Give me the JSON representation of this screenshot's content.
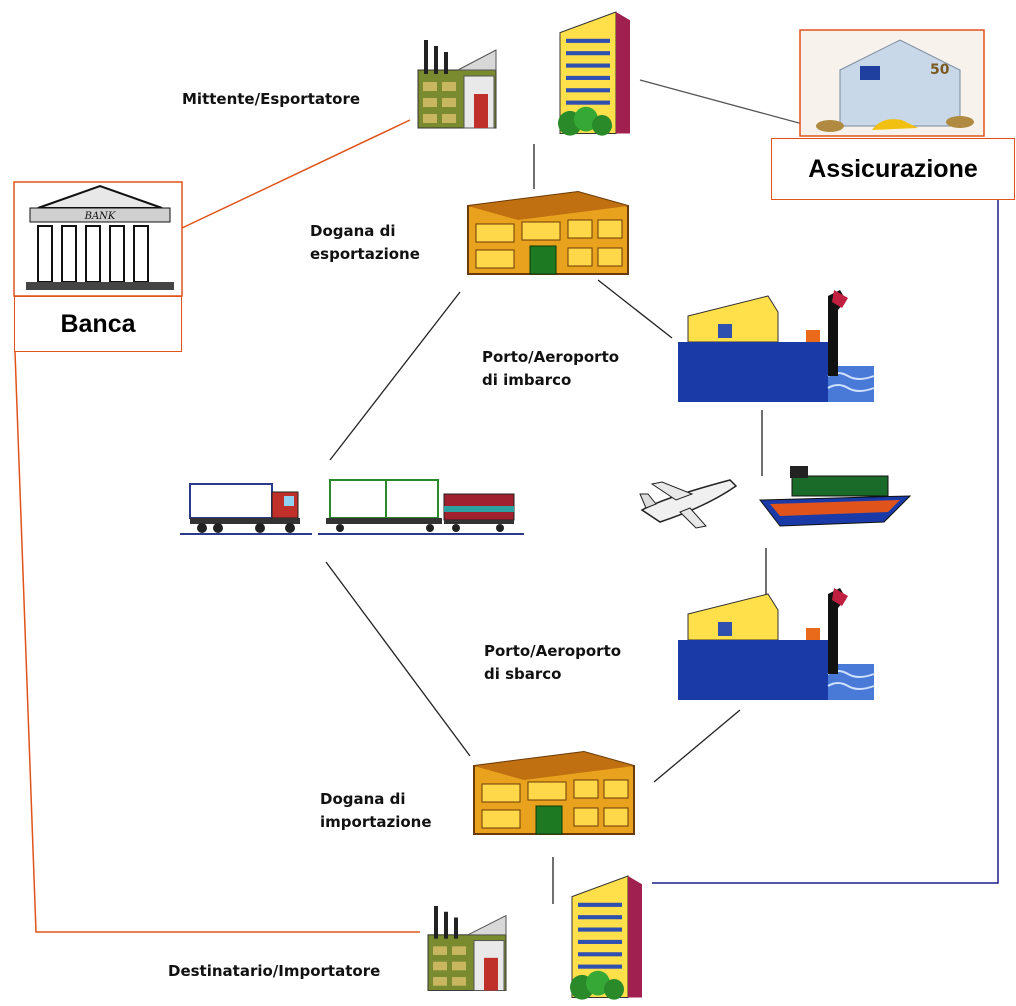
{
  "nodes": {
    "exporter": "Mittente/Esportatore",
    "export_customs": "Dogana di\nesportazione",
    "port_loading": "Porto/Aeroporto\ndi imbarco",
    "port_unloading": "Porto/Aeroporto\ndi sbarco",
    "import_customs": "Dogana di\nimportazione",
    "importer": "Destinatario/Importatore",
    "bank": "Banca",
    "insurance": "Assicurazione"
  },
  "bank_sign": "BANK",
  "banknote_value": "50",
  "colors": {
    "bank_link": "#e0531a",
    "insurance_link": "#1e1e8c",
    "flow_line": "#222222",
    "building_orange": "#e8a21e",
    "building_yellow": "#ffe04a",
    "water_blue": "#1a3aa8",
    "factory_green": "#7a8a2e"
  }
}
